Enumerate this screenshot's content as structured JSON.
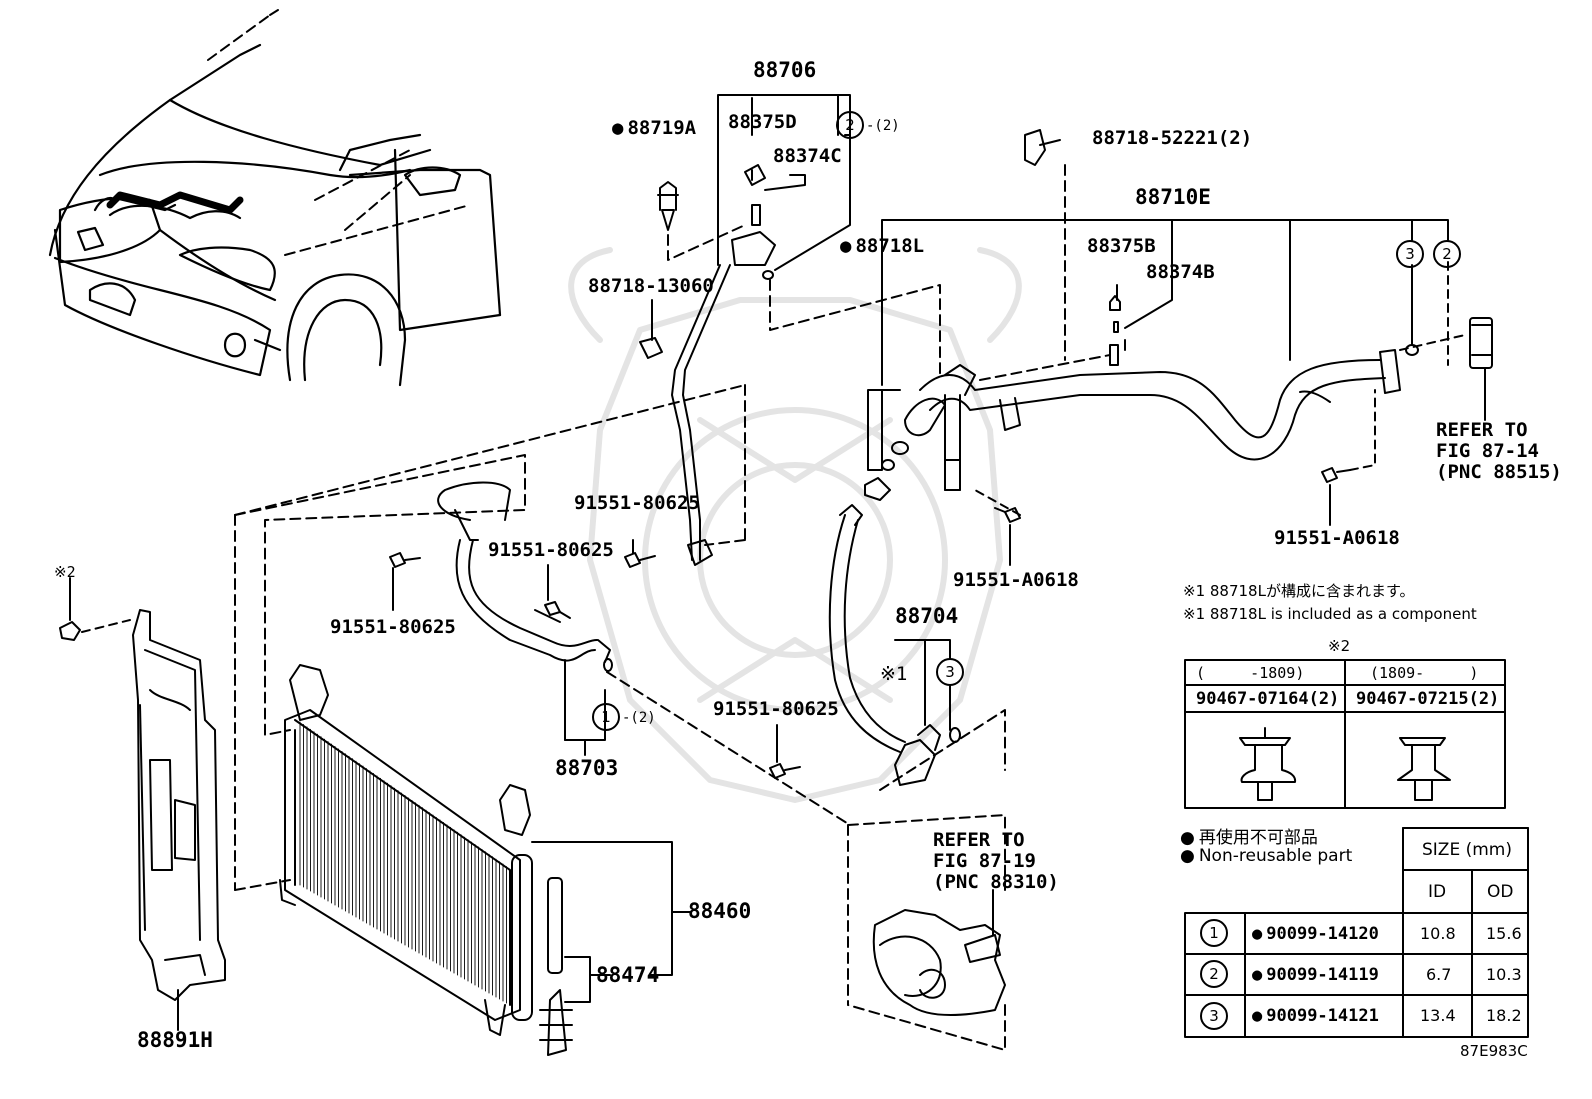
{
  "labels": {
    "p88706": "88706",
    "p88719a": "88719A",
    "p88375d": "88375D",
    "p88374c": "88374C",
    "circle2_qty_top": "-(2)",
    "p88718_13060": "88718-13060",
    "p88718_52221": "88718-52221(2)",
    "p88710e": "88710E",
    "p88718l": "88718L",
    "p88375b": "88375B",
    "p88374b": "88374B",
    "refer_8714_line1": "REFER TO",
    "refer_8714_line2": "FIG 87-14",
    "refer_8714_line3": "(PNC 88515)",
    "p91551_a0618_right": "91551-A0618",
    "p91551_a0618_mid": "91551-A0618",
    "p91551_80625_a": "91551-80625",
    "p91551_80625_b": "91551-80625",
    "p91551_80625_c": "91551-80625",
    "p91551_80625_d": "91551-80625",
    "p88704": "88704",
    "mark1": "※1",
    "p88703": "88703",
    "circle1_qty": "-(2)",
    "refer_8719_line1": "REFER TO",
    "refer_8719_line2": "FIG 87-19",
    "refer_8719_line3": "(PNC 88310)",
    "p88460": "88460",
    "p88474": "88474",
    "p88891h": "88891H",
    "mark2": "※2",
    "diagram_code": "87E983C"
  },
  "circles": {
    "c1": "1",
    "c2": "2",
    "c3": "3"
  },
  "notes": {
    "note1_jp": "※1 88718Lが構成に含まれます。",
    "note1_en": "※1 88718L is included as a component",
    "clip_mark": "※2",
    "nonreusable_jp": "再使用不可部品",
    "nonreusable_en": "Non-reusable part"
  },
  "clip_table": {
    "range_left": "(     -1809)",
    "range_right": "(1809-     )",
    "part_left": "90467-07164(2)",
    "part_right": "90467-07215(2)"
  },
  "oring_table": {
    "header_size": "SIZE (mm)",
    "header_id": "ID",
    "header_od": "OD",
    "rows": [
      {
        "no": "1",
        "part": "90099-14120",
        "id": "10.8",
        "od": "15.6"
      },
      {
        "no": "2",
        "part": "90099-14119",
        "id": "6.7",
        "od": "10.3"
      },
      {
        "no": "3",
        "part": "90099-14121",
        "id": "13.4",
        "od": "18.2"
      }
    ]
  },
  "colors": {
    "line": "#000000",
    "watermark": "#e6e6e6",
    "background": "#ffffff"
  }
}
